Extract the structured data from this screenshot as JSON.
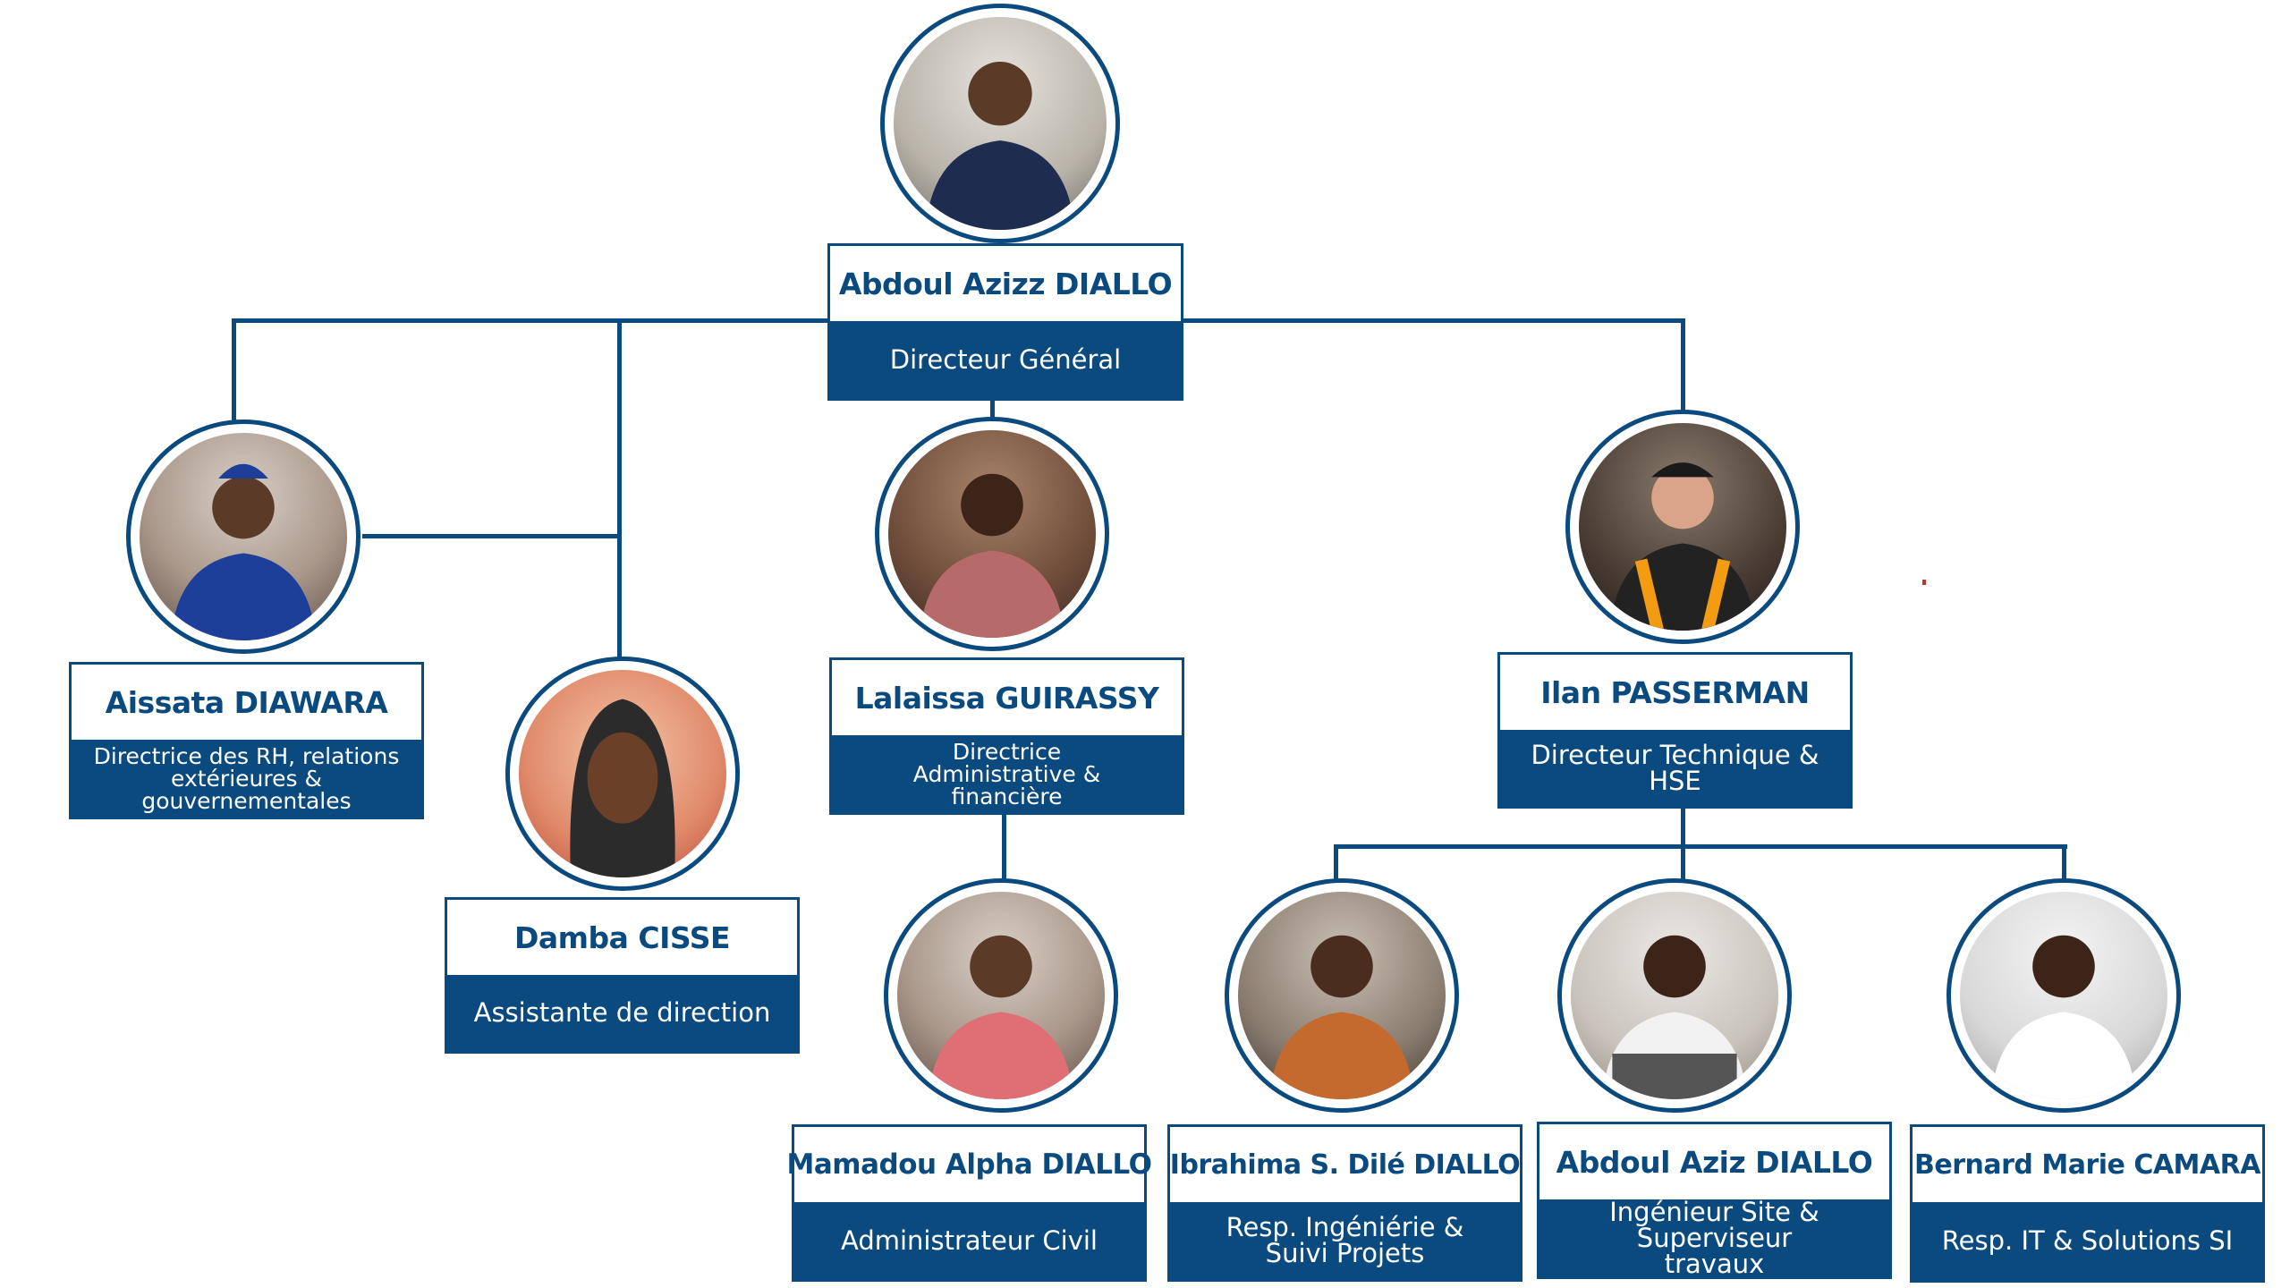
{
  "org_chart": {
    "accent_color": "#0a4a7f",
    "nodes": [
      {
        "name": "Abdoul Azizz DIALLO",
        "role": "Directeur Général"
      },
      {
        "name": "Aissata DIAWARA",
        "role": "Directrice des RH, relations extérieures & gouvernementales"
      },
      {
        "name": "Damba CISSE",
        "role": "Assistante de direction"
      },
      {
        "name": "Lalaissa GUIRASSY",
        "role": "Directrice Administrative & financière"
      },
      {
        "name": "Ilan PASSERMAN",
        "role": "Directeur Technique & HSE"
      },
      {
        "name": "Mamadou Alpha DIALLO",
        "role": "Administrateur Civil"
      },
      {
        "name": "Ibrahima S. Dilé DIALLO",
        "role": "Resp. Ingéniérie & Suivi Projets"
      },
      {
        "name": "Abdoul Aziz DIALLO",
        "role": "Ingénieur Site & Superviseur travaux"
      },
      {
        "name": "Bernard Marie CAMARA",
        "role": "Resp. IT & Solutions  SI"
      }
    ]
  }
}
